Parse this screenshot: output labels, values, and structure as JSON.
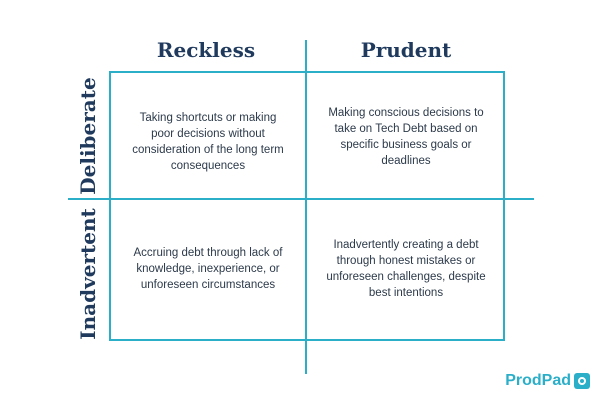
{
  "columns": {
    "left": "Reckless",
    "right": "Prudent"
  },
  "rows": {
    "top": "Deliberate",
    "bottom": "Inadvertent"
  },
  "cells": {
    "reckless_deliberate": "Taking shortcuts or making poor decisions without consideration of the long term consequences",
    "prudent_deliberate": "Making conscious decisions to take on Tech Debt based on specific business goals or deadlines",
    "reckless_inadvertent": "Accruing debt through lack of knowledge, inexperience, or unforeseen circumstances",
    "prudent_inadvertent": "Inadvertently creating a debt through honest mistakes or unforeseen challenges, despite best intentions"
  },
  "logo": {
    "text": "ProdPad"
  },
  "colors": {
    "accent": "#2bafc9",
    "heading": "#1f3a5c",
    "body_text": "#2c3a4a"
  }
}
